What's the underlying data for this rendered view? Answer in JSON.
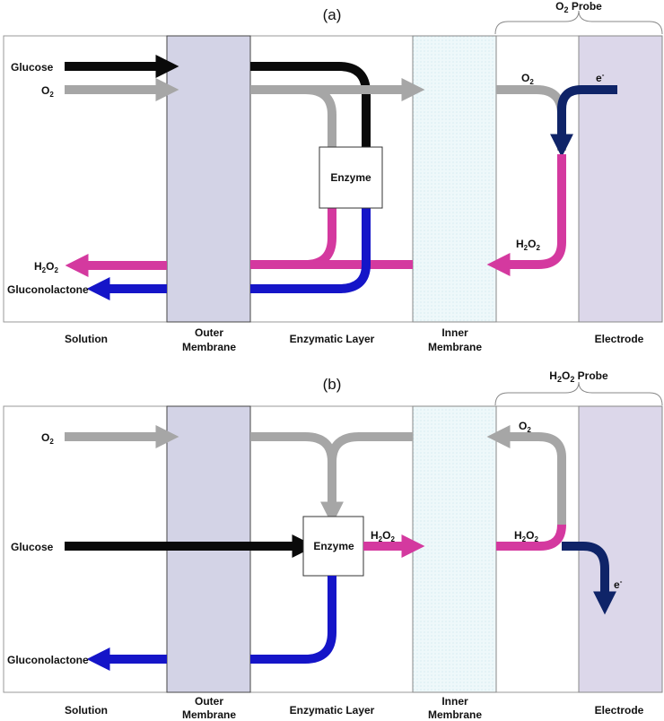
{
  "panels": [
    {
      "letter": "(a)",
      "probe": {
        "label": "O",
        "sub": "2",
        "suffix": " Probe"
      },
      "layers": {
        "solution": "Solution",
        "outer": [
          "Outer",
          "Membrane"
        ],
        "enzymatic": "Enzymatic Layer",
        "inner": [
          "Inner",
          "Membrane"
        ],
        "electrode": "Electrode"
      },
      "enzyme_label": "Enzyme",
      "species": {
        "glucose": "Glucose",
        "o2": {
          "main": "O",
          "sub": "2"
        },
        "h2o2_out": {
          "main1": "H",
          "sub1": "2",
          "main2": "O",
          "sub2": "2"
        },
        "gluconolactone": "Gluconolactone",
        "o2_probe": {
          "main": "O",
          "sub": "2"
        },
        "electron": {
          "main": "e",
          "sup": "-"
        },
        "h2o2_probe": {
          "main1": "H",
          "sub1": "2",
          "main2": "O",
          "sub2": "2"
        }
      }
    },
    {
      "letter": "(b)",
      "probe": {
        "label": "H",
        "sub": "2",
        "mid": "O",
        "sub2": "2",
        "suffix": " Probe"
      },
      "layers": {
        "solution": "Solution",
        "outer": [
          "Outer",
          "Membrane"
        ],
        "enzymatic": "Enzymatic Layer",
        "inner": [
          "Inner",
          "Membrane"
        ],
        "electrode": "Electrode"
      },
      "enzyme_label": "Enzyme",
      "species": {
        "o2": {
          "main": "O",
          "sub": "2"
        },
        "glucose": "Glucose",
        "gluconolactone": "Gluconolactone",
        "h2o2_enzyme": {
          "main1": "H",
          "sub1": "2",
          "main2": "O",
          "sub2": "2"
        },
        "o2_probe": {
          "main": "O",
          "sub": "2"
        },
        "h2o2_probe": {
          "main1": "H",
          "sub1": "2",
          "main2": "O",
          "sub2": "2"
        },
        "electron": {
          "main": "e",
          "sup": "-"
        }
      }
    }
  ],
  "colors": {
    "glucose": "#0a0a0a",
    "oxygen": "#a6a6a6",
    "peroxide": "#d4399f",
    "gluconolactone": "#1515c8",
    "electron": "#0f2468",
    "outer_membrane": "#d3d3e6",
    "inner_membrane": "#eaf6f8",
    "electrode": "#dcd7ea"
  }
}
